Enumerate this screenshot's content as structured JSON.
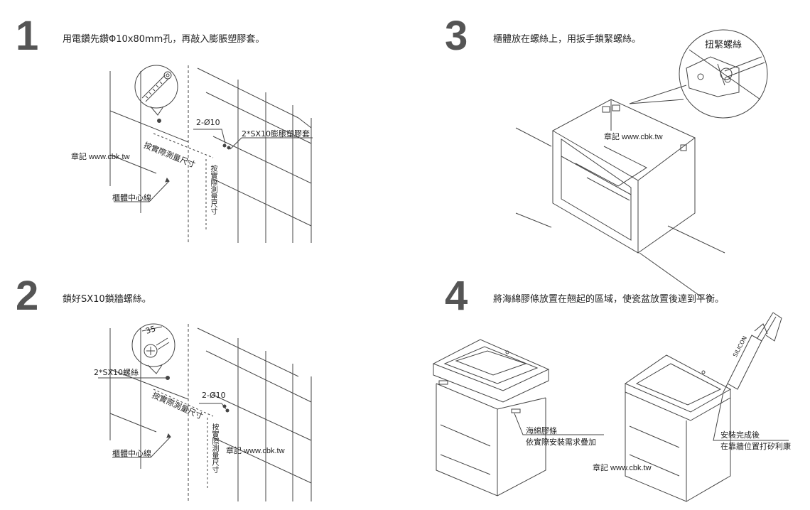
{
  "steps": [
    {
      "number": "1",
      "text": "用電鑽先鑽Φ10x80mm孔，再敲入膨脹塑膠套。"
    },
    {
      "number": "2",
      "text": "鎖好SX10鎖牆螺絲。"
    },
    {
      "number": "3",
      "text": "櫃體放在螺絲上，用扳手鎖緊螺絲。"
    },
    {
      "number": "4",
      "text": "將海綿膠條放置在翹起的區域，使瓷盆放置後達到平衡。"
    }
  ],
  "panel1": {
    "hole_label": "2-Ø10",
    "anchor_label": "2*SX10膨脹塑膠套",
    "measure_h": "按實際測量尺寸",
    "measure_v": "按實際測量尺寸",
    "center_label": "櫃體中心線",
    "watermark": "章記 www.cbk.tw"
  },
  "panel2": {
    "dimension": "35",
    "screw_label": "2*SX10螺絲",
    "hole_label": "2-Ø10",
    "measure_h": "按實際測量尺寸",
    "measure_v": "按實際測量尺寸",
    "center_label": "櫃體中心線",
    "watermark": "章記 www.cbk.tw"
  },
  "panel3": {
    "tighten_label": "扭緊螺絲",
    "watermark": "章記 www.cbk.tw"
  },
  "panel4": {
    "sponge_line1": "海綿膠條",
    "sponge_line2": "依實際安裝需求疊加",
    "after_line1": "安裝完成後",
    "after_line2": "在靠牆位置打矽利康",
    "silicon_label": "SILICON",
    "watermark": "章記 www.cbk.tw"
  }
}
